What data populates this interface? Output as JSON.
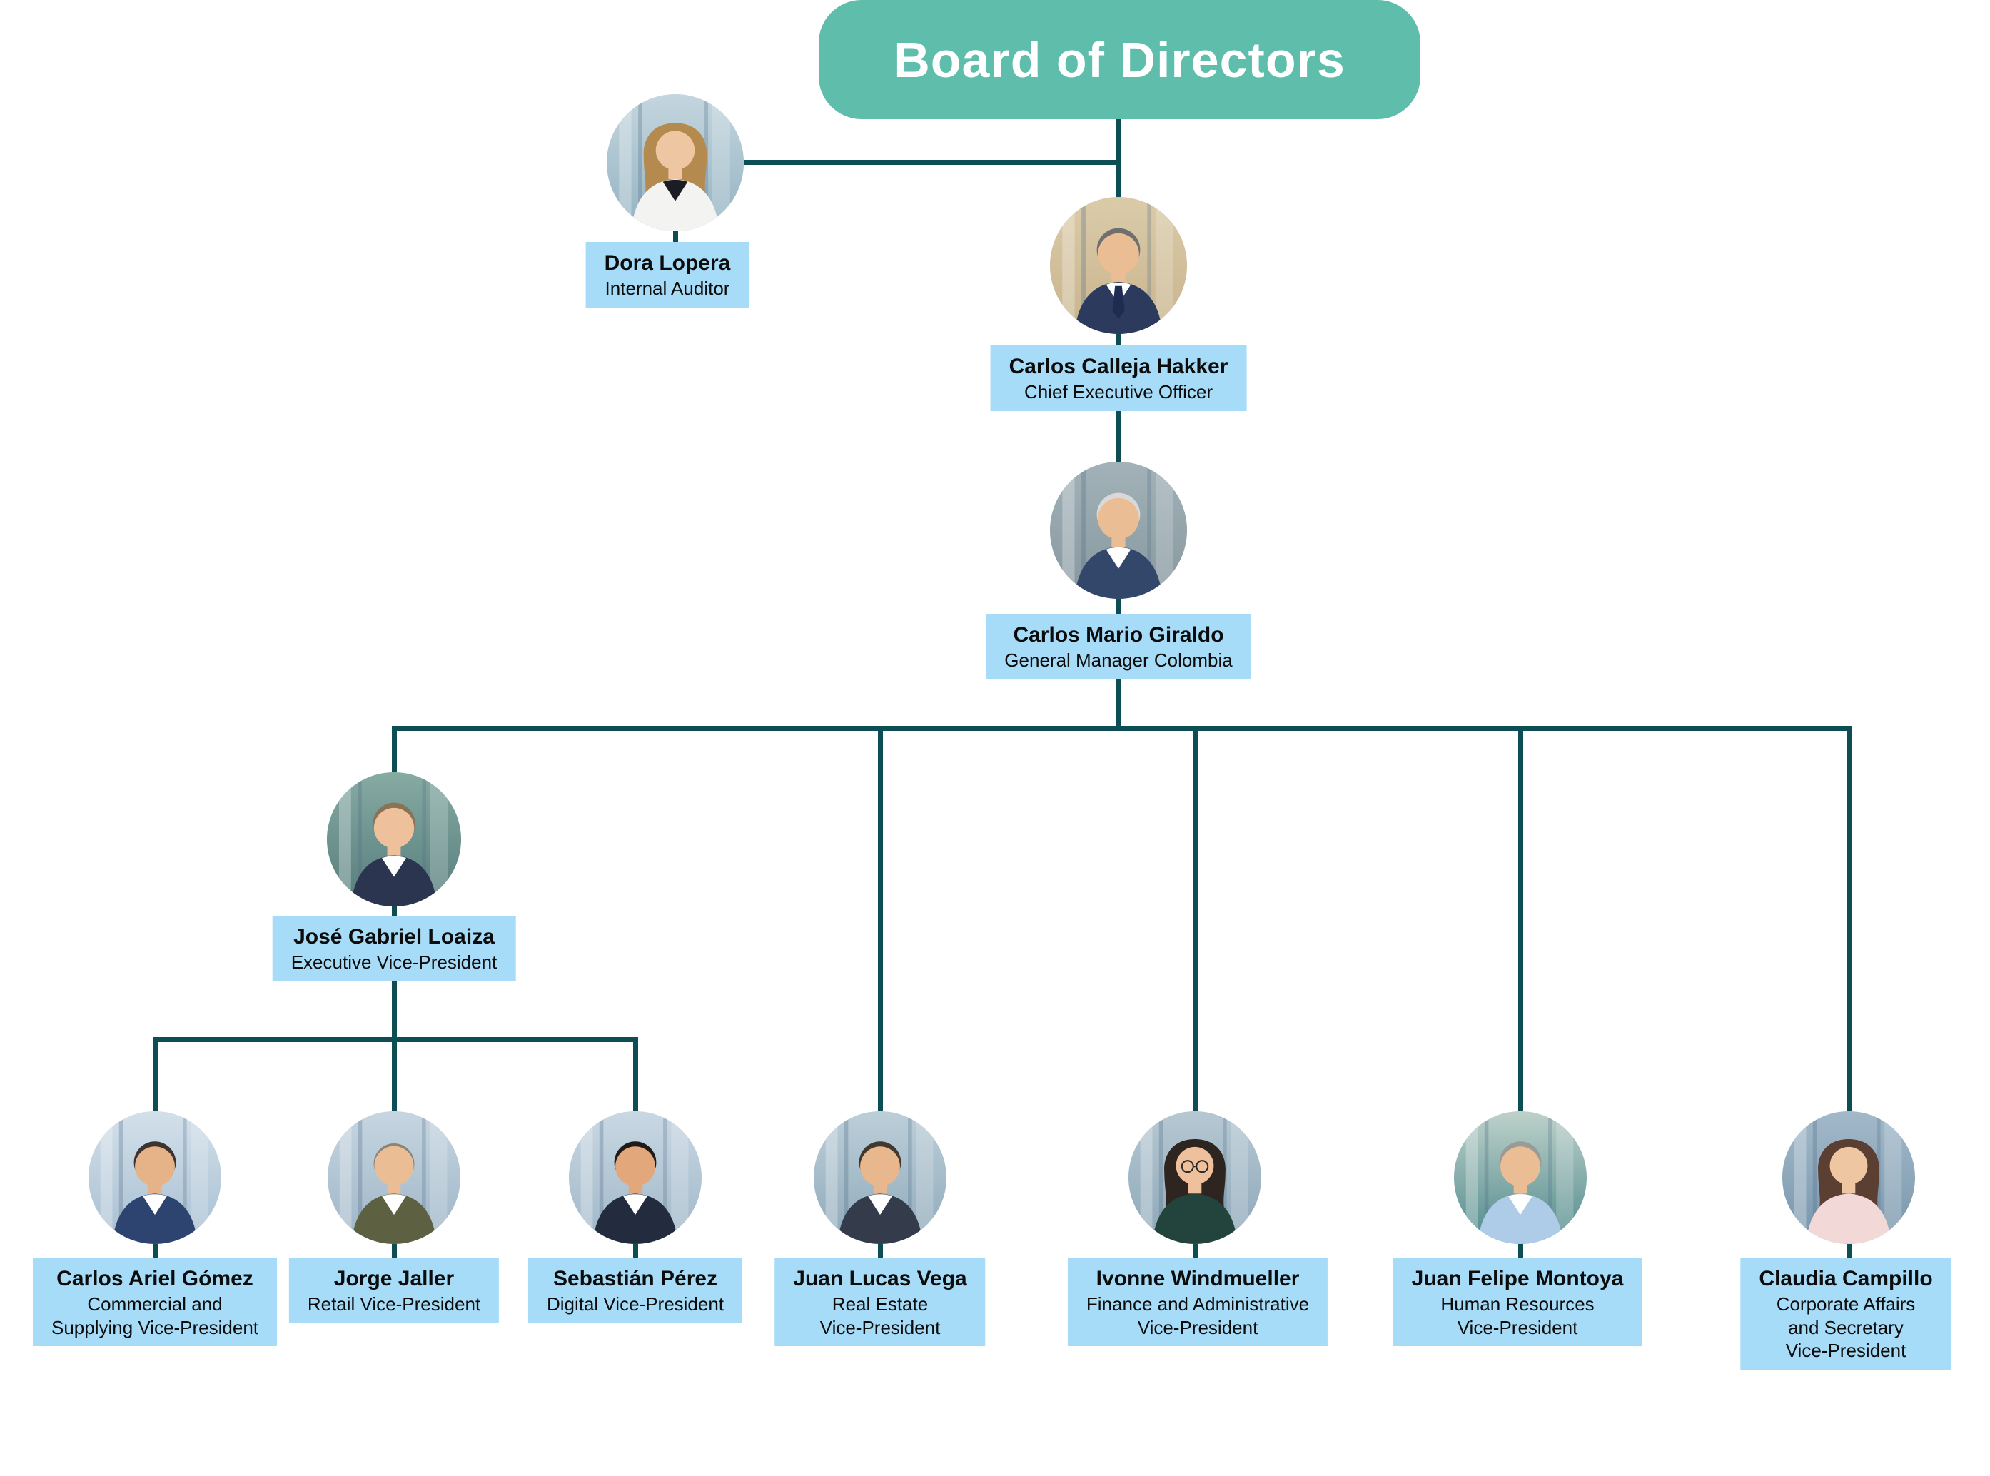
{
  "title": "Board of Directors",
  "colors": {
    "banner_teal": "#5fbdab",
    "label_blue": "#a6dcf7",
    "connector_line": "#0d4e54",
    "title_text": "#ffffff",
    "label_text": "#0c0c0c"
  },
  "people": [
    {
      "id": "dora-lopera",
      "name": "Dora Lopera",
      "role": "Internal Auditor",
      "avatar": {
        "bg": [
          "#c4d6de",
          "#93b2c2"
        ],
        "shirt": "#f3f3f1",
        "inner": "#1c1c24",
        "hair": "#b58a4f",
        "skin": "#efc6a2",
        "female": true
      }
    },
    {
      "id": "carlos-calleja-hakker",
      "name": "Carlos Calleja Hakker",
      "role": "Chief Executive Officer",
      "avatar": {
        "bg": [
          "#dbcba9",
          "#c8b48d"
        ],
        "shirt": "#2c3a5e",
        "inner": "#ffffff",
        "hair": "#6f6f6f",
        "skin": "#eabd95",
        "tie": "#1f2c52"
      }
    },
    {
      "id": "carlos-mario-giraldo",
      "name": "Carlos Mario Giraldo",
      "role": "General Manager Colombia",
      "avatar": {
        "bg": [
          "#a2b2b8",
          "#86979f"
        ],
        "shirt": "#33476b",
        "inner": "#ffffff",
        "hair": "#d9d9d9",
        "skin": "#eabd95"
      }
    },
    {
      "id": "jose-gabriel-loaiza",
      "name": "José Gabriel Loaiza",
      "role": "Executive Vice-President",
      "avatar": {
        "bg": [
          "#86aba3",
          "#567c7c"
        ],
        "shirt": "#2b3550",
        "inner": "#ffffff",
        "hair": "#8a7355",
        "skin": "#eec09b"
      }
    },
    {
      "id": "carlos-ariel-gomez",
      "name": "Carlos Ariel Gómez",
      "role": "Commercial and\nSupplying Vice-President",
      "avatar": {
        "bg": [
          "#d3e0ea",
          "#a6bed1"
        ],
        "shirt": "#2e4470",
        "inner": "#ffffff",
        "hair": "#3c3430",
        "skin": "#e6b287"
      }
    },
    {
      "id": "jorge-jaller",
      "name": "Jorge Jaller",
      "role": "Retail Vice-President",
      "avatar": {
        "bg": [
          "#c6d6e1",
          "#9db4c6"
        ],
        "shirt": "#5d6141",
        "inner": "#ffffff",
        "hair": "#8b8578",
        "skin": "#eabd95",
        "bald": true
      }
    },
    {
      "id": "sebastian-perez",
      "name": "Sebastián Pérez",
      "role": "Digital Vice-President",
      "avatar": {
        "bg": [
          "#c9d8e3",
          "#9fb6c8"
        ],
        "shirt": "#232c3e",
        "inner": "#ffffff",
        "hair": "#201b18",
        "skin": "#e2a87c"
      }
    },
    {
      "id": "juan-lucas-vega",
      "name": "Juan Lucas Vega",
      "role": "Real Estate\nVice-President",
      "avatar": {
        "bg": [
          "#bccfd9",
          "#8fa9ba"
        ],
        "shirt": "#343b4a",
        "inner": "#ffffff",
        "hair": "#41392f",
        "skin": "#e8b78e"
      }
    },
    {
      "id": "ivonne-windmueller",
      "name": "Ivonne Windmueller",
      "role": "Finance and Administrative\nVice-President",
      "avatar": {
        "bg": [
          "#b6c8d3",
          "#8ca7b8"
        ],
        "shirt": "#23443c",
        "inner": "#23443c",
        "hair": "#2e2420",
        "skin": "#eec09b",
        "female": true,
        "glasses": true
      }
    },
    {
      "id": "juan-felipe-montoya",
      "name": "Juan Felipe Montoya",
      "role": "Human Resources\nVice-President",
      "avatar": {
        "bg": [
          "#bed1ca",
          "#4f8a8c"
        ],
        "shirt": "#aecbe8",
        "inner": "#ffffff",
        "hair": "#9a9a96",
        "skin": "#eabd95"
      }
    },
    {
      "id": "claudia-campillo",
      "name": "Claudia Campillo",
      "role": "Corporate Affairs\nand Secretary\nVice-President",
      "avatar": {
        "bg": [
          "#a3b9ca",
          "#7795ab"
        ],
        "shirt": "#f2d9d7",
        "inner": "#f2d9d7",
        "hair": "#5b3f33",
        "skin": "#efc6a2",
        "female": true
      }
    }
  ]
}
